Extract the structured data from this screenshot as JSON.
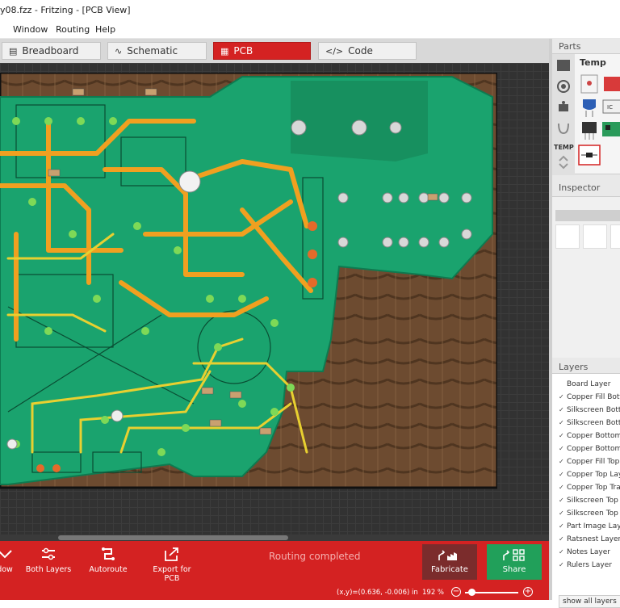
{
  "window": {
    "title": "y08.fzz - Fritzing - [PCB View]"
  },
  "menu": [
    "Window",
    "Routing",
    "Help"
  ],
  "tabs": [
    {
      "label": "Breadboard",
      "icon": "breadboard-icon",
      "active": false
    },
    {
      "label": "Schematic",
      "icon": "schematic-icon",
      "active": false
    },
    {
      "label": "PCB",
      "icon": "pcb-icon",
      "active": true
    },
    {
      "label": "Code",
      "icon": "code-icon",
      "active": false
    }
  ],
  "toolbar": {
    "items": [
      {
        "label": "dow",
        "icon": "view-from-below-icon"
      },
      {
        "label": "Both Layers",
        "icon": "both-layers-icon"
      },
      {
        "label": "Autoroute",
        "icon": "autoroute-icon"
      },
      {
        "label": "Export for PCB",
        "icon": "export-icon"
      }
    ],
    "routing_status": "Routing completed",
    "fabricate_label": "Fabricate",
    "share_label": "Share"
  },
  "statusbar": {
    "coords": "(x,y)=(0.636, -0.006) in",
    "zoom": "192 %"
  },
  "panels": {
    "parts_title": "Parts",
    "parts_bin": "Temp",
    "parts_bin_side": "TEMP",
    "inspector_title": "Inspector",
    "layers_title": "Layers",
    "layers": [
      {
        "name": "Board Layer",
        "checked": false
      },
      {
        "name": "Copper Fill Botto",
        "checked": true
      },
      {
        "name": "Silkscreen Botto",
        "checked": true
      },
      {
        "name": "Silkscreen Botto",
        "checked": true
      },
      {
        "name": "Copper Bottom L",
        "checked": true
      },
      {
        "name": "Copper Bottom T",
        "checked": true
      },
      {
        "name": "Copper Fill Top L",
        "checked": true
      },
      {
        "name": "Copper Top Laye",
        "checked": true
      },
      {
        "name": "Copper Top Trac",
        "checked": true
      },
      {
        "name": "Silkscreen Top La",
        "checked": true
      },
      {
        "name": "Silkscreen Top (F",
        "checked": true
      },
      {
        "name": "Part Image Layer",
        "checked": true
      },
      {
        "name": "Ratsnest Layer",
        "checked": true
      },
      {
        "name": "Notes Layer",
        "checked": true
      },
      {
        "name": "Rulers Layer",
        "checked": true
      }
    ],
    "show_all_label": "show all layers"
  },
  "colors": {
    "accent": "#d42222",
    "share": "#21a05a",
    "fabricate": "#7b2c2c",
    "pcb_green": "#1aa36e",
    "trace_orange": "#f0a020"
  }
}
